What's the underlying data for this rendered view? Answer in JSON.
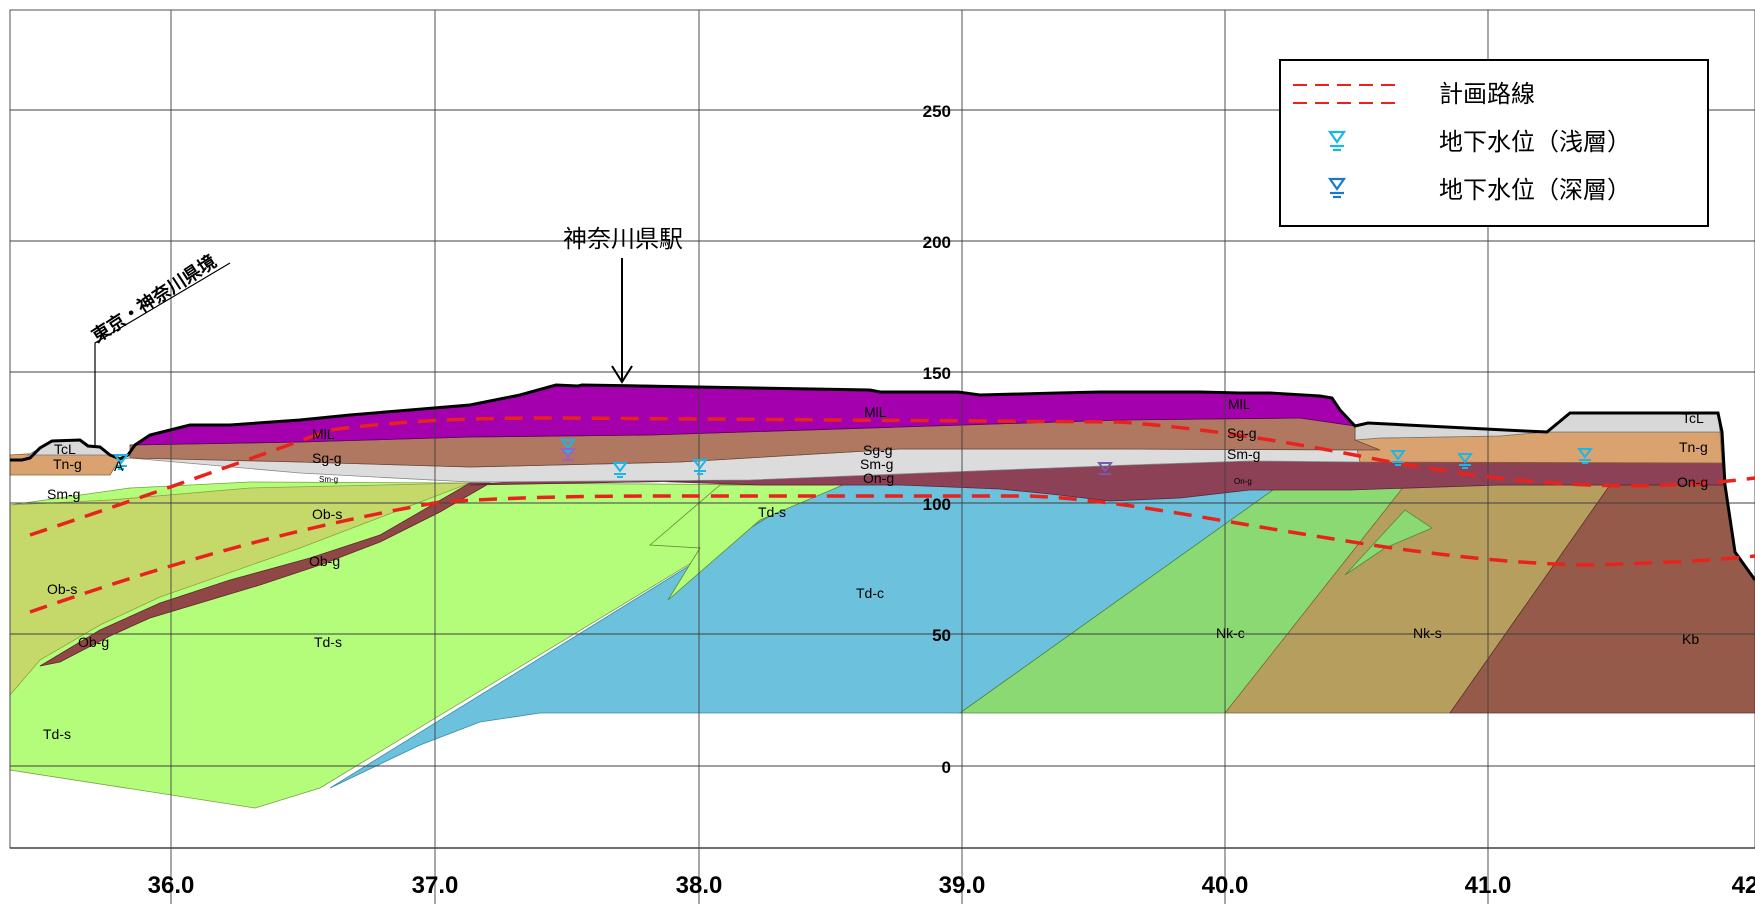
{
  "elevation_labels": [
    "250",
    "200",
    "150",
    "100",
    "50",
    "0"
  ],
  "distance_labels": [
    "36.0",
    "37.0",
    "38.0",
    "39.0",
    "40.0",
    "41.0",
    "42"
  ],
  "legend": {
    "items": [
      {
        "label": "計画路線"
      },
      {
        "label": "地下水位（浅層）"
      },
      {
        "label": "地下水位（深層）"
      }
    ],
    "colors": {
      "route": "#e8231e",
      "water_shallow": "#19b6e6",
      "water_deep": "#1a79c7"
    }
  },
  "annotations": {
    "station": "神奈川県駅",
    "prefecture_border": "東京・神奈川県境"
  },
  "units": {
    "TcL_left": "TcL",
    "Tng_left": "Tn-g",
    "A_left": "A",
    "Smg_left": "Sm-g",
    "Obs_left": "Ob-s",
    "Obg_left": "Ob-g",
    "Tds_bottom": "Td-s",
    "MlL_left": "MlL",
    "Sgg_left": "Sg-g",
    "Smg_mid_small": "Sm-g",
    "Obs_mid": "Ob-s",
    "Obg_mid": "Ob-g",
    "Tds_mid": "Td-s",
    "Tds_wedge": "Td-s",
    "Tdc": "Td-c",
    "MlL_mid": "MlL",
    "Sgg_mid": "Sg-g",
    "Smg_mid": "Sm-g",
    "Ong_mid": "On-g",
    "MlL_right": "MlL",
    "Sgg_right": "Sg-g",
    "Smg_right": "Sm-g",
    "Ong_small": "On-g",
    "Nkc": "Nk-c",
    "Nks": "Nk-s",
    "Kb": "Kb",
    "TcL_right": "TcL",
    "Tng_right": "Tn-g",
    "Ong_right": "On-g"
  },
  "layer_colors": {
    "MlL": "#a400ad",
    "Sgg": "#b07761",
    "Smg": "#dcdcdc",
    "Ong": "#8c4157",
    "Obs": "#c5d96b",
    "Obg": "#8f4747",
    "Tds": "#b4fd7a",
    "Tdc": "#6cc1dd",
    "Nkc": "#8ad973",
    "Nks": "#b69e5e",
    "Kb": "#965a4a",
    "Tng": "#daa26e",
    "TcL": "#d8d8d8"
  }
}
